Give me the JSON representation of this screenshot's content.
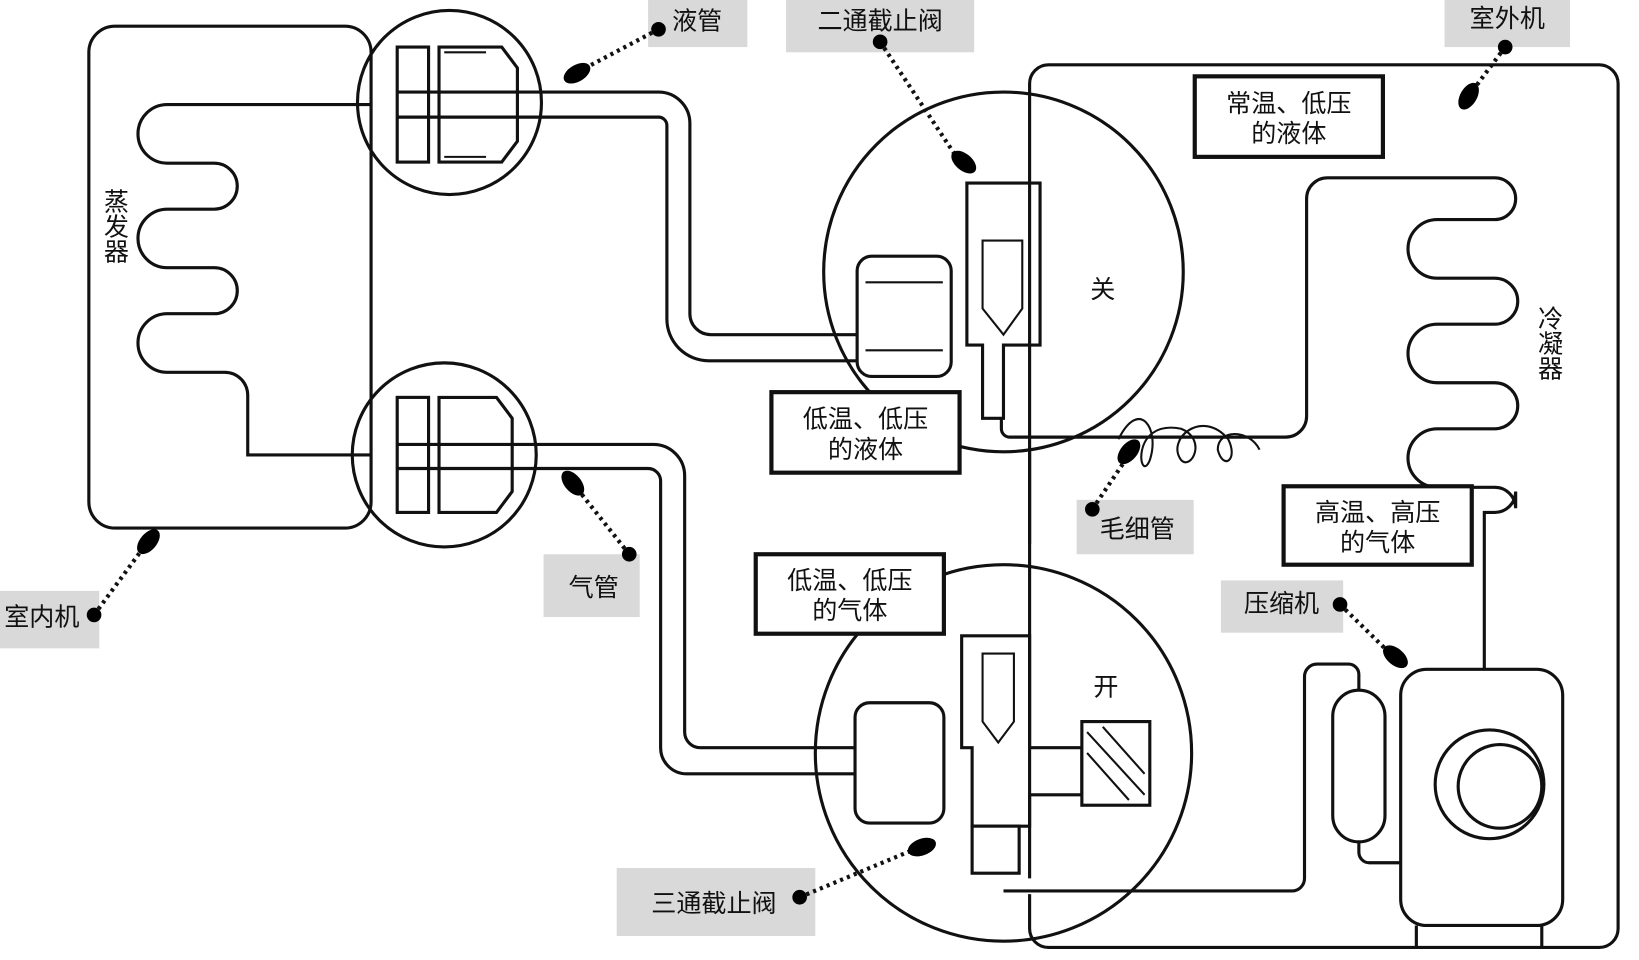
{
  "labels": {
    "liquid_pipe": "液管",
    "two_way_valve": "二通截止阀",
    "outdoor_unit": "室外机",
    "indoor_unit": "室内机",
    "gas_pipe": "气管",
    "capillary": "毛细管",
    "compressor": "压缩机",
    "three_way_valve": "三通截止阀",
    "evaporator": "蒸发器",
    "condenser": "冷凝器",
    "closed": "关",
    "open": "开"
  },
  "states": {
    "normal_temp_low_pressure_liquid": [
      "常温、低压",
      "的液体"
    ],
    "low_temp_low_pressure_liquid": [
      "低温、低压",
      "的液体"
    ],
    "low_temp_low_pressure_gas": [
      "低温、低压",
      "的气体"
    ],
    "high_temp_high_pressure_gas": [
      "高温、高压",
      "的气体"
    ]
  },
  "colors": {
    "label_bg": "#d9d9d9",
    "line": "#111111"
  }
}
